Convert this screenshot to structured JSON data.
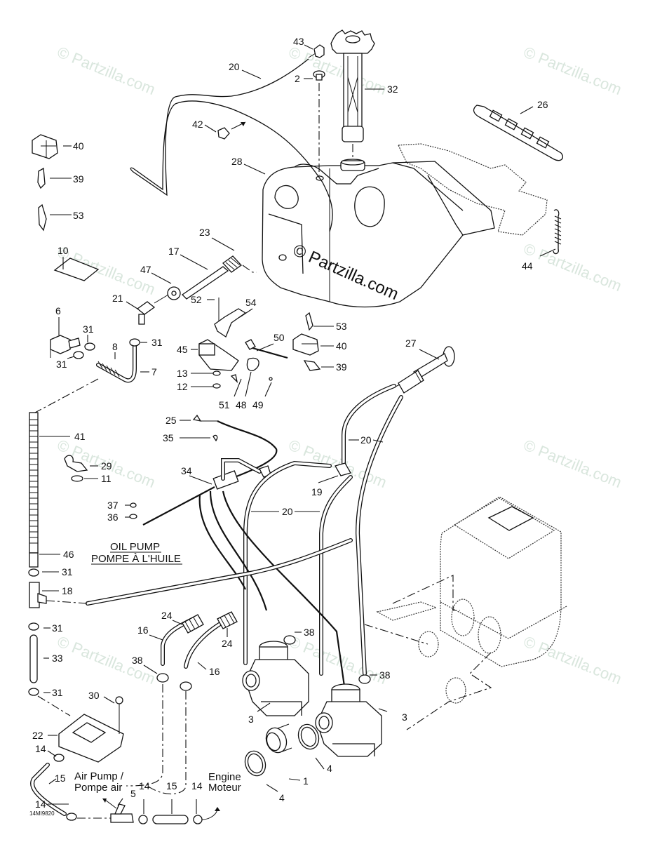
{
  "diagram": {
    "title_note": {
      "line1": "OIL PUMP",
      "line2": "POMPE À L'HUILE"
    },
    "air_pump_note": {
      "line1": "Air Pump /",
      "line2": "Pompe air"
    },
    "engine_note": {
      "line1": "Engine",
      "line2": "Moteur"
    },
    "drawing_number": "14MI9820",
    "watermark": "© Partzilla.com",
    "center_watermark": "© Partzilla.com",
    "callouts": [
      {
        "id": "c43",
        "label": "43"
      },
      {
        "id": "c20a",
        "label": "20"
      },
      {
        "id": "c2",
        "label": "2"
      },
      {
        "id": "c32",
        "label": "32"
      },
      {
        "id": "c26",
        "label": "26"
      },
      {
        "id": "c42",
        "label": "42"
      },
      {
        "id": "c40a",
        "label": "40"
      },
      {
        "id": "c39a",
        "label": "39"
      },
      {
        "id": "c53a",
        "label": "53"
      },
      {
        "id": "c28",
        "label": "28"
      },
      {
        "id": "c44",
        "label": "44"
      },
      {
        "id": "c10",
        "label": "10"
      },
      {
        "id": "c23",
        "label": "23"
      },
      {
        "id": "c17",
        "label": "17"
      },
      {
        "id": "c47",
        "label": "47"
      },
      {
        "id": "c21",
        "label": "21"
      },
      {
        "id": "c52",
        "label": "52"
      },
      {
        "id": "c54",
        "label": "54"
      },
      {
        "id": "c6",
        "label": "6"
      },
      {
        "id": "c31a",
        "label": "31"
      },
      {
        "id": "c31b",
        "label": "31"
      },
      {
        "id": "c31c",
        "label": "31"
      },
      {
        "id": "c8",
        "label": "8"
      },
      {
        "id": "c7",
        "label": "7"
      },
      {
        "id": "c45",
        "label": "45"
      },
      {
        "id": "c50",
        "label": "50"
      },
      {
        "id": "c53b",
        "label": "53"
      },
      {
        "id": "c40b",
        "label": "40"
      },
      {
        "id": "c39b",
        "label": "39"
      },
      {
        "id": "c13",
        "label": "13"
      },
      {
        "id": "c12",
        "label": "12"
      },
      {
        "id": "c51",
        "label": "51"
      },
      {
        "id": "c48",
        "label": "48"
      },
      {
        "id": "c49",
        "label": "49"
      },
      {
        "id": "c27",
        "label": "27"
      },
      {
        "id": "c25",
        "label": "25"
      },
      {
        "id": "c35",
        "label": "35"
      },
      {
        "id": "c41",
        "label": "41"
      },
      {
        "id": "c29",
        "label": "29"
      },
      {
        "id": "c11",
        "label": "11"
      },
      {
        "id": "c34",
        "label": "34"
      },
      {
        "id": "c20b",
        "label": "20"
      },
      {
        "id": "c19",
        "label": "19"
      },
      {
        "id": "c20c",
        "label": "20"
      },
      {
        "id": "c37",
        "label": "37"
      },
      {
        "id": "c36",
        "label": "36"
      },
      {
        "id": "c46",
        "label": "46"
      },
      {
        "id": "c31d",
        "label": "31"
      },
      {
        "id": "c18",
        "label": "18"
      },
      {
        "id": "c24a",
        "label": "24"
      },
      {
        "id": "c24b",
        "label": "24"
      },
      {
        "id": "c16a",
        "label": "16"
      },
      {
        "id": "c16b",
        "label": "16"
      },
      {
        "id": "c38a",
        "label": "38"
      },
      {
        "id": "c38b",
        "label": "38"
      },
      {
        "id": "c38c",
        "label": "38"
      },
      {
        "id": "c31e",
        "label": "31"
      },
      {
        "id": "c33",
        "label": "33"
      },
      {
        "id": "c31f",
        "label": "31"
      },
      {
        "id": "c30",
        "label": "30"
      },
      {
        "id": "c22",
        "label": "22"
      },
      {
        "id": "c14a",
        "label": "14"
      },
      {
        "id": "c15a",
        "label": "15"
      },
      {
        "id": "c14b",
        "label": "14"
      },
      {
        "id": "c5",
        "label": "5"
      },
      {
        "id": "c14c",
        "label": "14"
      },
      {
        "id": "c15b",
        "label": "15"
      },
      {
        "id": "c14d",
        "label": "14"
      },
      {
        "id": "c3a",
        "label": "3"
      },
      {
        "id": "c3b",
        "label": "3"
      },
      {
        "id": "c4a",
        "label": "4"
      },
      {
        "id": "c1",
        "label": "1"
      },
      {
        "id": "c4b",
        "label": "4"
      }
    ]
  }
}
